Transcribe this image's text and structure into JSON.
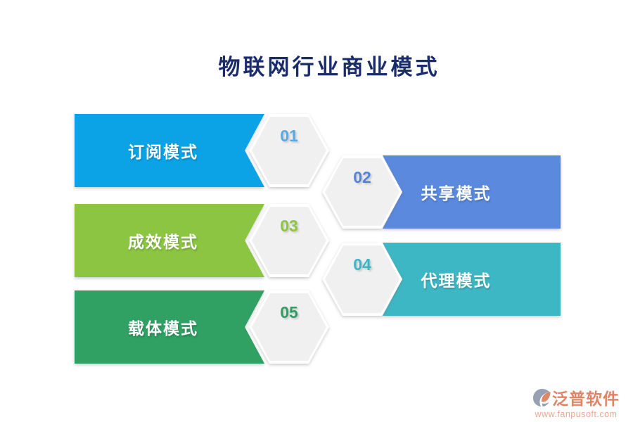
{
  "title": {
    "text": "物联网行业商业模式",
    "color": "#1A2C6B"
  },
  "banners": [
    {
      "number": "01",
      "label": "订阅模式",
      "side": "left",
      "color": "#0BA3E5",
      "number_color": "#57AAE3"
    },
    {
      "number": "02",
      "label": "共享模式",
      "side": "right",
      "color": "#5A89DE",
      "number_color": "#5583D8"
    },
    {
      "number": "03",
      "label": "成效模式",
      "side": "left",
      "color": "#8BC541",
      "number_color": "#8CC63E"
    },
    {
      "number": "04",
      "label": "代理模式",
      "side": "right",
      "color": "#3EB7C4",
      "number_color": "#3BB6C6"
    },
    {
      "number": "05",
      "label": "载体模式",
      "side": "left",
      "color": "#30A063",
      "number_color": "#2F9E63"
    }
  ],
  "hexagon": {
    "fill": "#F0F0F0",
    "border": "#FFFFFF"
  },
  "watermark": {
    "brand": "泛普软件",
    "url": "www.fanpusoft.com",
    "brand_color": "#E08465",
    "url_color": "#EDA78F",
    "logo_gray": "#98A1B3",
    "logo_coral": "#DE8866"
  }
}
